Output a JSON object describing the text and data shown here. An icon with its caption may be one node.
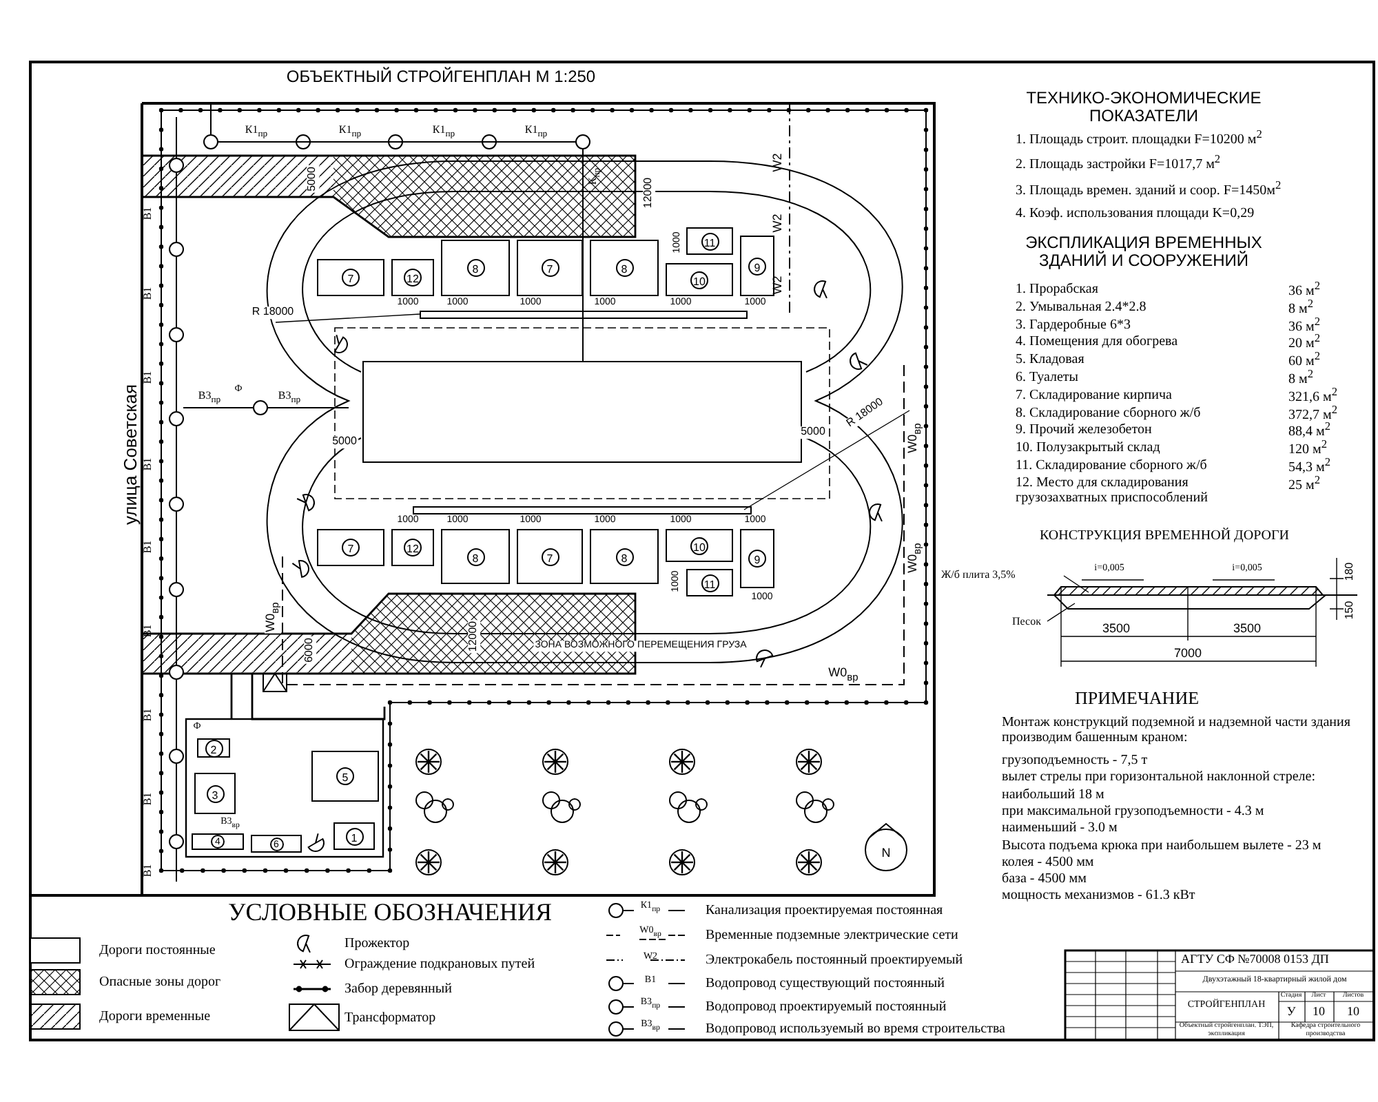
{
  "diagram": {
    "title": "ОБЪЕКТНЫЙ СТРОЙГЕНПЛАН М 1:250",
    "nodes": [
      {
        "text": [
          "7"
        ]
      },
      {
        "text": [
          "12"
        ]
      },
      {
        "text": [
          "8"
        ]
      },
      {
        "text": [
          "7"
        ]
      },
      {
        "text": [
          "8"
        ]
      },
      {
        "text": [
          "11"
        ]
      },
      {
        "text": [
          "10"
        ]
      },
      {
        "text": [
          "9"
        ]
      },
      {
        "text": [],
        "shape": "box"
      },
      {
        "text": [
          "7"
        ]
      },
      {
        "text": [
          "12"
        ]
      },
      {
        "text": [
          "8"
        ]
      },
      {
        "text": [
          "7"
        ]
      },
      {
        "text": [
          "8"
        ]
      },
      {
        "text": [
          "10"
        ]
      },
      {
        "text": [
          "11"
        ]
      },
      {
        "text": [
          "9"
        ]
      },
      {
        "text": [
          "2"
        ]
      },
      {
        "text": [
          "3"
        ]
      },
      {
        "text": [
          "5"
        ]
      },
      {
        "text": [
          "4"
        ]
      },
      {
        "text": [
          "6"
        ]
      },
      {
        "text": [
          "1"
        ]
      }
    ],
    "labels": [
      "улица Советская",
      "К1$_{пр}$",
      "К1$_{пр}$",
      "К1$_{пр}$",
      "К1$_{пр}$",
      "К$_{пр}$",
      "В1",
      "В1",
      "В1",
      "В1",
      "В1",
      "В1",
      "В1",
      "В1",
      "В1",
      "В3$_{пр}$",
      "Ф",
      "В3$_{пр}$",
      "W2",
      "W2",
      "W2",
      "5000",
      "12000",
      "1000",
      "1000",
      "1000",
      "1000",
      "1000",
      "1000",
      "1000",
      "R 18000",
      "5000",
      "5000",
      "R 18000",
      "1000",
      "1000",
      "1000",
      "1000",
      "1000",
      "1000",
      "1000",
      "1000",
      "W0$_{вр}$",
      "W0$_{вр}$",
      "W0$_{вр}$",
      "ЗОНА ВОЗМОЖНОГО ПЕРЕМЕЩЕНИЯ ГРУЗА",
      "12000",
      "6000",
      "W0$_{вр}$",
      "Ф",
      "В3$_{вр}$",
      "ТЕХНИКО-ЭКОНОМИЧЕСКИЕ ПОКАЗАТЕЛИ",
      "1. Площадь строит. площадки F=10200 м$^{2}$",
      "2. Площадь застройки F=1017,7 м$^{2}$",
      "3. Площадь времен. зданий и соор. F=1450м$^{2}$",
      "4. Коэф. использования площади K=0,29",
      "ЭКСПЛИКАЦИЯ ВРЕМЕННЫХ ЗДАНИЙ И СООРУЖЕНИЙ",
      "1. Прорабская",
      "36 м$^{2}$",
      "2. Умывальная 2.4*2.8",
      "8 м$^{2}$",
      "3. Гардеробные 6*3",
      "36 м$^{2}$",
      "4. Помещения для обогрева",
      "20 м$^{2}$",
      "5. Кладовая",
      "60 м$^{2}$",
      "6. Туалеты",
      "8 м$^{2}$",
      "7. Складирование кирпича",
      "321,6 м$^{2}$",
      "8. Складирование сборного ж/б",
      "372,7 м$^{2}$",
      "9. Прочий железобетон",
      "88,4 м$^{2}$",
      "10. Полузакрытый склад",
      "120 м$^{2}$",
      "11. Складирование сборного ж/б",
      "54,3 м$^{2}$",
      "12. Место для складирования грузозахватных приспособлений",
      "25 м$^{2}$",
      "КОНСТРУКЦИЯ ВРЕМЕННОЙ ДОРОГИ",
      "Ж/б плита 3,5%",
      "i=0,005",
      "i=0,005",
      "Песок",
      "3500",
      "3500",
      "7000",
      "180",
      "150",
      "ПРИМЕЧАНИЕ",
      "Монтаж конструкций подземной и надземной части здания производим башенным краном:",
      "грузоподъемность - 7,5 т",
      "вылет стрелы при горизонтальной наклонной стреле:",
      "наибольший 18 м",
      "при максимальной грузоподъемности - 4.3 м",
      "наименьший - 3.0 м",
      "Высота подъема крюка при наибольшем вылете - 23 м",
      "колея - 4500 мм",
      "база - 4500 мм",
      "мощность механизмов - 61.3 кВт",
      "УСЛОВНЫЕ ОБОЗНАЧЕНИЯ",
      "К1$_{пр}$",
      "W0$_{вр}$",
      "W2",
      "В1",
      "В3$_{пр}$",
      "В3$_{вр}$",
      "АГТУ СФ №70008 0153 ДП",
      "Двухэтажный 18-квартирный жилой дом",
      "СТРОЙГЕНПЛАН",
      "Стадия",
      "Лист",
      "Листов",
      "У",
      "10",
      "10",
      "Объектный стройгенплан. ТЭП, экспликация",
      "Кафедра строительного производства",
      "N"
    ],
    "legend": [
      {
        "text": "Дороги постоянные"
      },
      {
        "text": "Опасные зоны дорог"
      },
      {
        "text": "Дороги временные"
      },
      {
        "text": "Прожектор"
      },
      {
        "text": "Ограждение подкрановых путей"
      },
      {
        "text": "Забор деревянный"
      },
      {
        "text": "Трансформатор"
      },
      {
        "text": "Канализация проектируемая постоянная"
      },
      {
        "text": "Временные подземные электрические сети"
      },
      {
        "text": "Электрокабель постоянный проектируемый"
      },
      {
        "text": "Водопровод существующий постоянный"
      },
      {
        "text": "Водопровод проектируемый постоянный"
      },
      {
        "text": "Водопровод используемый во время строительства"
      }
    ]
  }
}
